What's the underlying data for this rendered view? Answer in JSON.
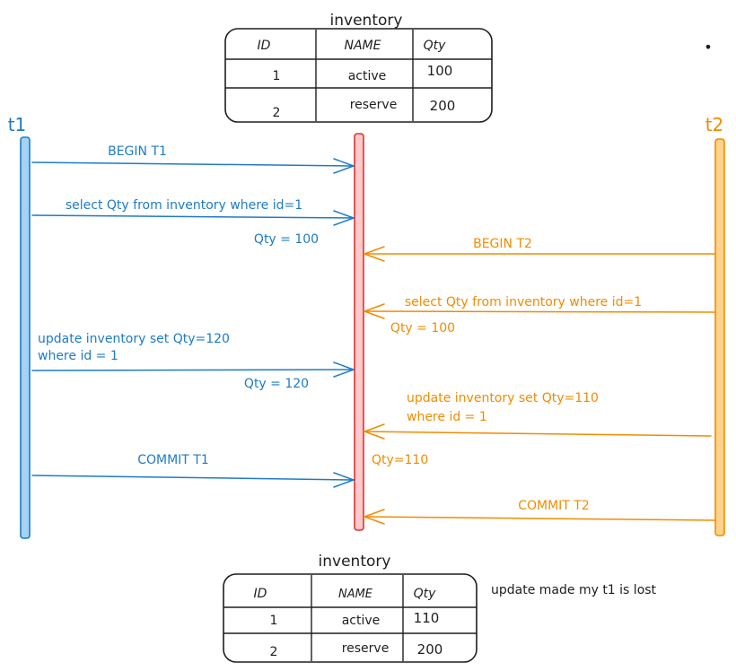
{
  "colors": {
    "t1": "#1e7bc6",
    "t1_fill": "#a5d2f5",
    "t2": "#f08c00",
    "t2_fill": "#ffd28a",
    "db": "#e03131",
    "db_fill": "#ffc9c9",
    "ink": "#1e1e1e"
  },
  "top_table": {
    "title": "inventory",
    "headers": [
      "ID",
      "NAME",
      "Qty"
    ],
    "rows": [
      [
        "1",
        "active",
        "100"
      ],
      [
        "2",
        "reserve",
        "200"
      ]
    ]
  },
  "bottom_table": {
    "title": "inventory",
    "headers": [
      "ID",
      "NAME",
      "Qty"
    ],
    "rows": [
      [
        "1",
        "active",
        "110"
      ],
      [
        "2",
        "reserve",
        "200"
      ]
    ]
  },
  "t1": {
    "label": "t1",
    "begin": "BEGIN T1",
    "select": "select Qty from inventory where id=1",
    "select_result": "Qty = 100",
    "update_line1": "update inventory set Qty=120",
    "update_line2": "where id = 1",
    "update_result": "Qty = 120",
    "commit": "COMMIT T1"
  },
  "t2": {
    "label": "t2",
    "begin": "BEGIN T2",
    "select": "select Qty from inventory where id=1",
    "select_result": "Qty = 100",
    "update_line1": "update inventory set Qty=110",
    "update_line2": "where id = 1",
    "update_result": "Qty=110",
    "commit": "COMMIT T2"
  },
  "note": "update made my t1 is lost",
  "dot": "•"
}
